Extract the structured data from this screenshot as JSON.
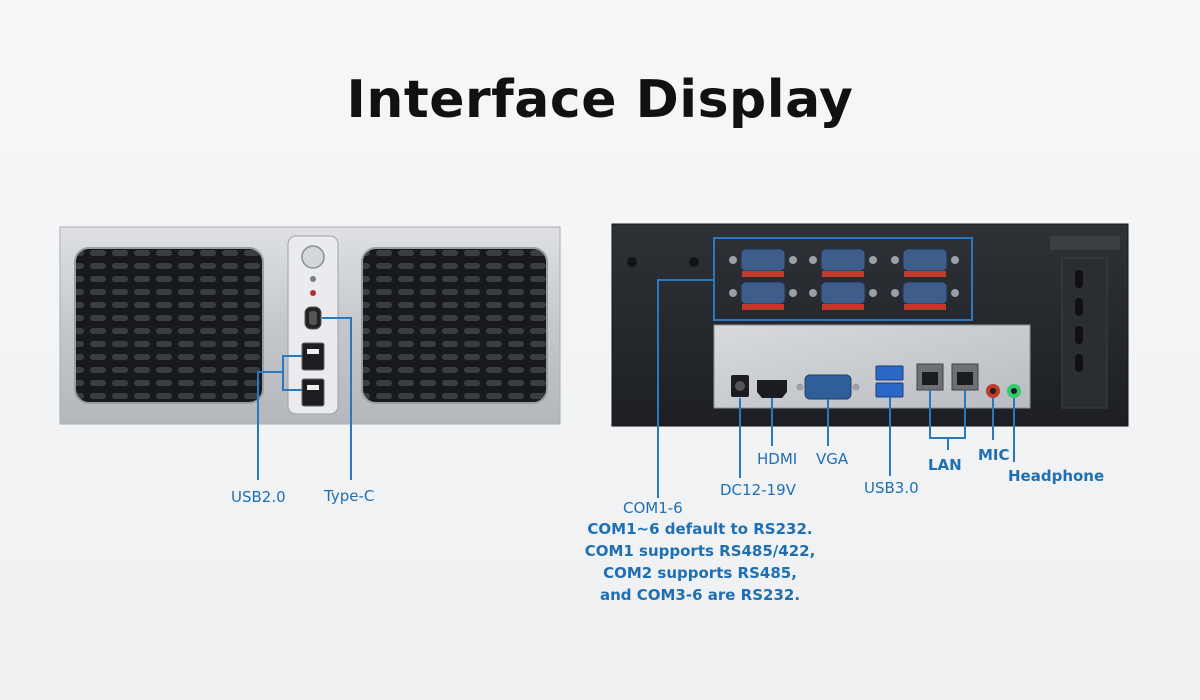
{
  "title": "Interface Display",
  "front_labels": {
    "usb2": "USB2.0",
    "typec": "Type-C"
  },
  "rear_labels": {
    "com": "COM1-6",
    "dc": "DC12-19V",
    "hdmi": "HDMI",
    "vga": "VGA",
    "usb3": "USB3.0",
    "lan": "LAN",
    "mic": "MIC",
    "headphone": "Headphone"
  },
  "com_note": [
    "COM1~6 default to RS232.",
    "COM1 supports RS485/422,",
    "COM2 supports RS485,",
    "and COM3-6 are RS232."
  ],
  "colors": {
    "accent": "#1f6fb4",
    "callout_line": "#2a78c0",
    "silver": "#c9ccd1",
    "chassis_dark": "#24272b",
    "port_red": "#c0392b"
  }
}
